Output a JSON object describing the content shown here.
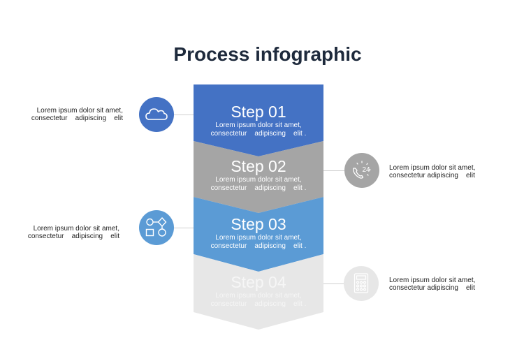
{
  "title": "Process infographic",
  "colors": {
    "step1": "#4472c4",
    "step2": "#a5a5a5",
    "step3": "#5b9bd5",
    "step4": "#e7e7e7",
    "title": "#1e2a3c"
  },
  "steps": [
    {
      "title": "Step 01",
      "desc_line1": "Lorem ipsum dolor sit amet,",
      "desc_line2": "consectetur    adipiscing    elit ."
    },
    {
      "title": "Step 02",
      "desc_line1": "Lorem ipsum dolor sit amet,",
      "desc_line2": "consectetur    adipiscing    elit ."
    },
    {
      "title": "Step 03",
      "desc_line1": "Lorem ipsum dolor sit amet,",
      "desc_line2": "consectetur    adipiscing    elit ."
    },
    {
      "title": "Step 04",
      "desc_line1": "Lorem ipsum dolor sit amet,",
      "desc_line2": "consectetur    adipiscing    elit ."
    }
  ],
  "side_notes": [
    {
      "line1": "Lorem ipsum dolor sit amet,",
      "line2": "consectetur    adipiscing    elit",
      "icon": "cloud-icon"
    },
    {
      "line1": "Lorem ipsum dolor sit amet,",
      "line2": "consectetur adipiscing    elit",
      "icon": "phone-24-icon",
      "icon_text": "24"
    },
    {
      "line1": "Lorem ipsum dolor sit amet,",
      "line2": "consectetur    adipiscing    elit",
      "icon": "flowchart-icon"
    },
    {
      "line1": "Lorem ipsum dolor sit amet,",
      "line2": "consectetur adipiscing    elit",
      "icon": "calculator-icon"
    }
  ]
}
